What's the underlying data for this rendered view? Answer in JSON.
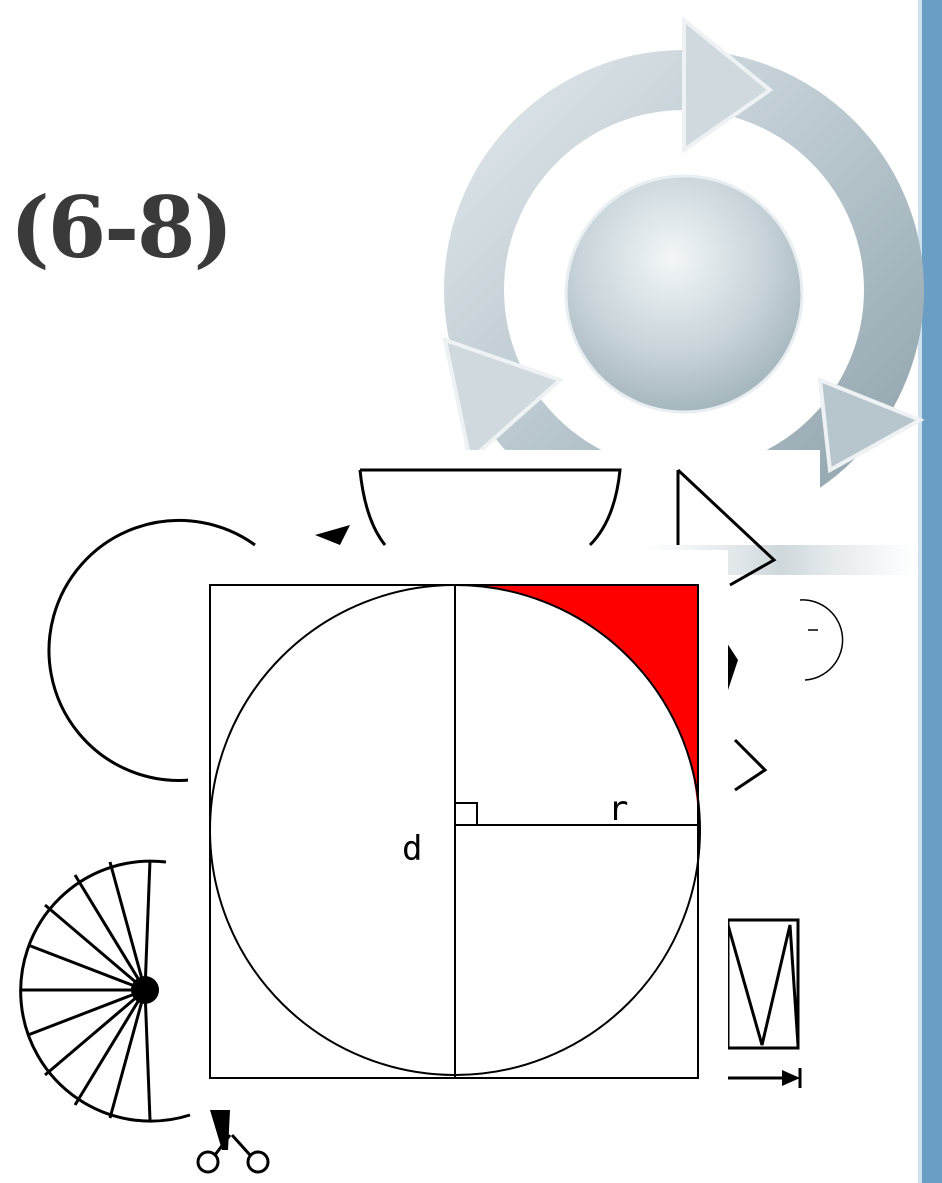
{
  "slide": {
    "title": "(6-8)",
    "accent_color": "#6a9ec4"
  },
  "diagram": {
    "diameter_label": "d",
    "radius_label": "r",
    "shaded_region_color": "#ff0000",
    "icons": [
      "cycle-arrows-icon",
      "scissors-icon"
    ]
  }
}
